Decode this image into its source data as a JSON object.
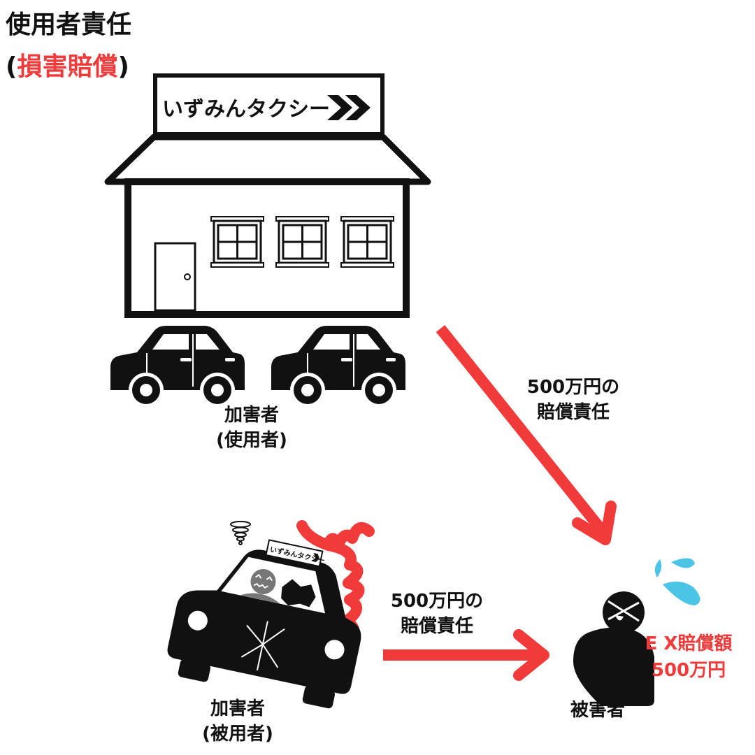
{
  "title": "使用者責任",
  "subtitle": {
    "open": "(",
    "highlight": "損害賠償",
    "close": ")"
  },
  "shop_sign": "いずみんタクシー",
  "small_sign": "いずみんタクシー",
  "employer_label": {
    "line1": "加害者",
    "line2": "(使用者)"
  },
  "employee_label": {
    "line1": "加害者",
    "line2": "(被用者)"
  },
  "victim_label": "被害者",
  "arrow_employer": {
    "line1": "500万円の",
    "line2": "賠償責任"
  },
  "arrow_employee": {
    "line1": "500万円の",
    "line2": "賠償責任"
  },
  "damages": {
    "line1": "E X賠償額",
    "line2": "500万円"
  },
  "colors": {
    "accent_red": "#f13a3a",
    "ink": "#111111",
    "drops": "#4cc4e6",
    "face": "#777777"
  }
}
